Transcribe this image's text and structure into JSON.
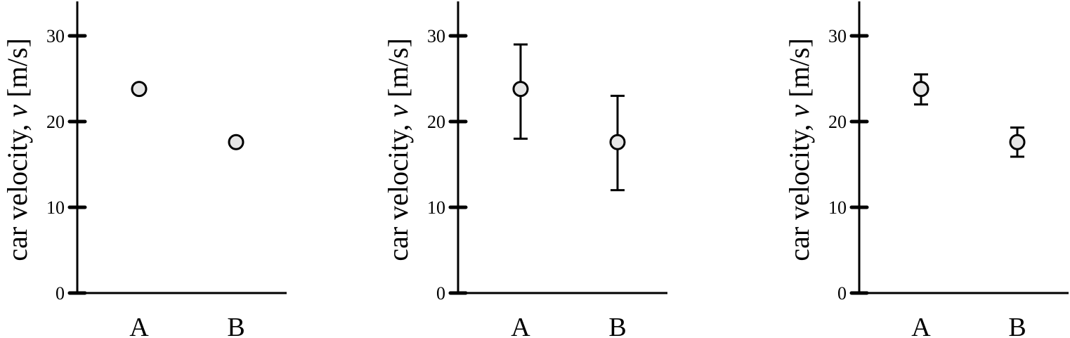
{
  "chart_data": [
    {
      "type": "scatter",
      "categories": [
        "A",
        "B"
      ],
      "values": [
        23.8,
        17.6
      ],
      "yticks": [
        0,
        10,
        20,
        30
      ],
      "ylim": [
        0,
        34
      ],
      "ylabel_prefix": "car velocity, ",
      "ylabel_var": "v",
      "ylabel_unit": " [m/s]",
      "xlabel": "",
      "grid": false,
      "marker_fill": "#e6e6e6"
    },
    {
      "type": "scatter",
      "categories": [
        "A",
        "B"
      ],
      "values": [
        23.8,
        17.6
      ],
      "error": [
        [
          18.0,
          29.0
        ],
        [
          12.0,
          23.0
        ]
      ],
      "yticks": [
        0,
        10,
        20,
        30
      ],
      "ylim": [
        0,
        34
      ],
      "ylabel_prefix": "car velocity, ",
      "ylabel_var": "v",
      "ylabel_unit": " [m/s]",
      "xlabel": "",
      "grid": false,
      "marker_fill": "#e6e6e6"
    },
    {
      "type": "scatter",
      "categories": [
        "A",
        "B"
      ],
      "values": [
        23.8,
        17.6
      ],
      "error": [
        [
          22.0,
          25.5
        ],
        [
          15.9,
          19.3
        ]
      ],
      "yticks": [
        0,
        10,
        20,
        30
      ],
      "ylim": [
        0,
        34
      ],
      "ylabel_prefix": "car velocity, ",
      "ylabel_var": "v",
      "ylabel_unit": " [m/s]",
      "xlabel": "",
      "grid": false,
      "marker_fill": "#e6e6e6"
    }
  ]
}
